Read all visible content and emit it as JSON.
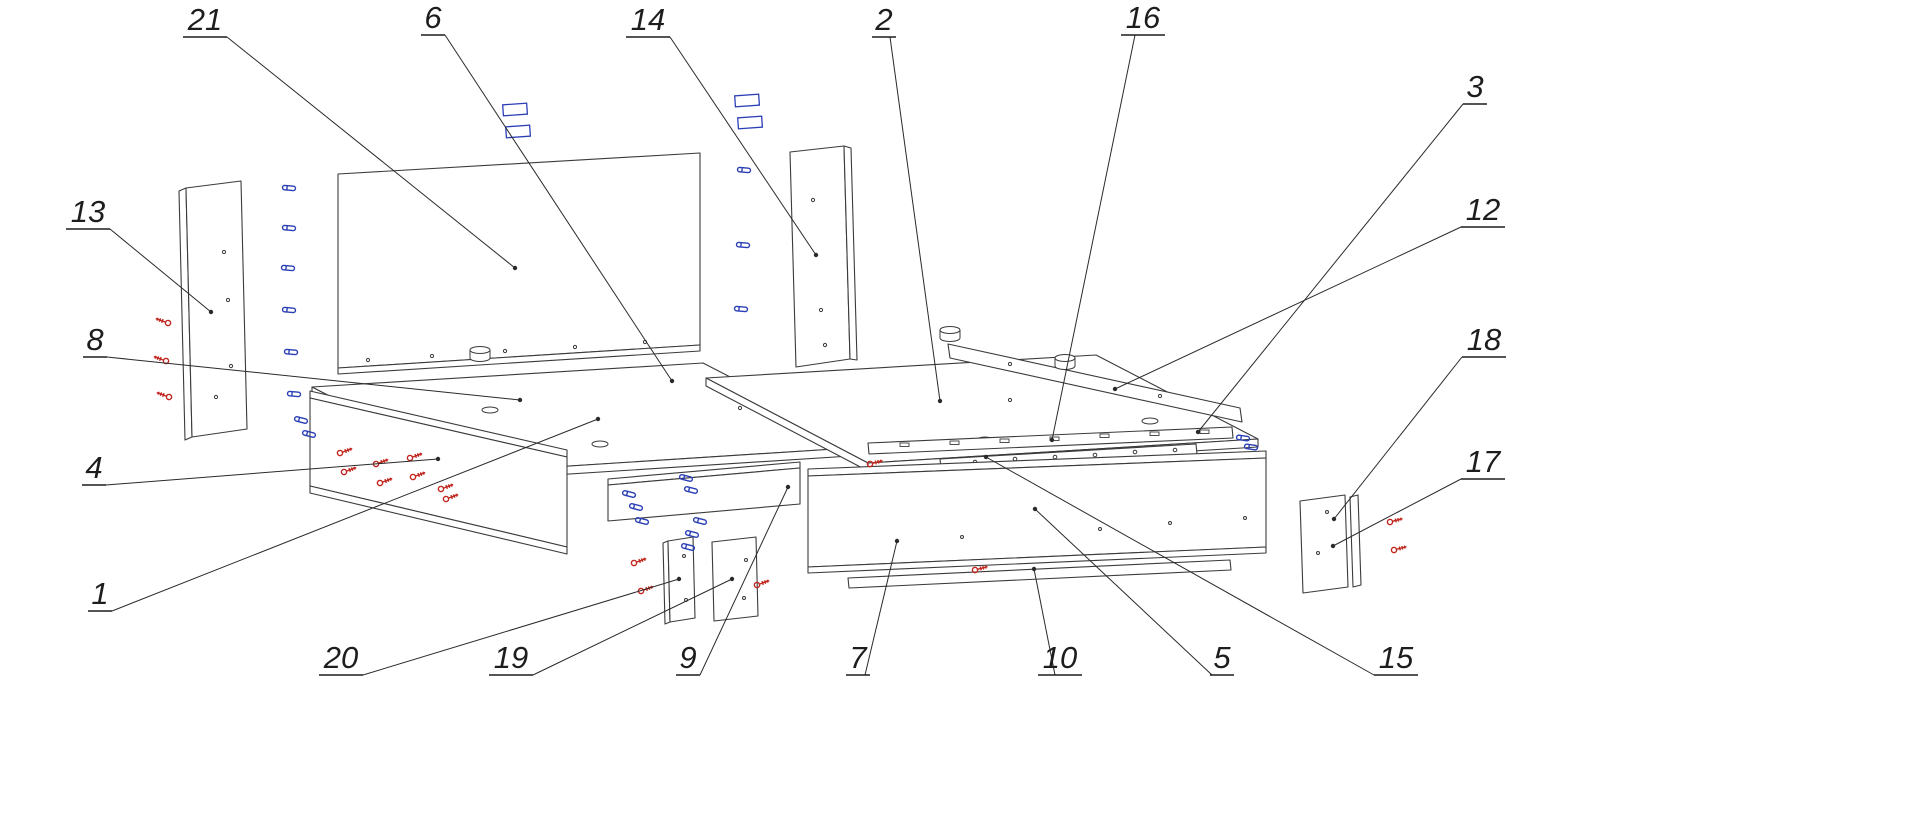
{
  "diagram": {
    "description": "Exploded-view furniture assembly drawing (bed frame) with numbered part callouts",
    "callouts": [
      {
        "label": "21"
      },
      {
        "label": "6"
      },
      {
        "label": "14"
      },
      {
        "label": "2"
      },
      {
        "label": "16"
      },
      {
        "label": "3"
      },
      {
        "label": "12"
      },
      {
        "label": "18"
      },
      {
        "label": "17"
      },
      {
        "label": "13"
      },
      {
        "label": "8"
      },
      {
        "label": "4"
      },
      {
        "label": "1"
      },
      {
        "label": "20"
      },
      {
        "label": "19"
      },
      {
        "label": "9"
      },
      {
        "label": "7"
      },
      {
        "label": "10"
      },
      {
        "label": "5"
      },
      {
        "label": "15"
      }
    ],
    "colors": {
      "background": "#ffffff",
      "line": "#3b3b3b",
      "callout_text": "#1d1d1d",
      "fastener_red": "#c2271f",
      "fastener_blue": "#2b3fb5"
    }
  }
}
